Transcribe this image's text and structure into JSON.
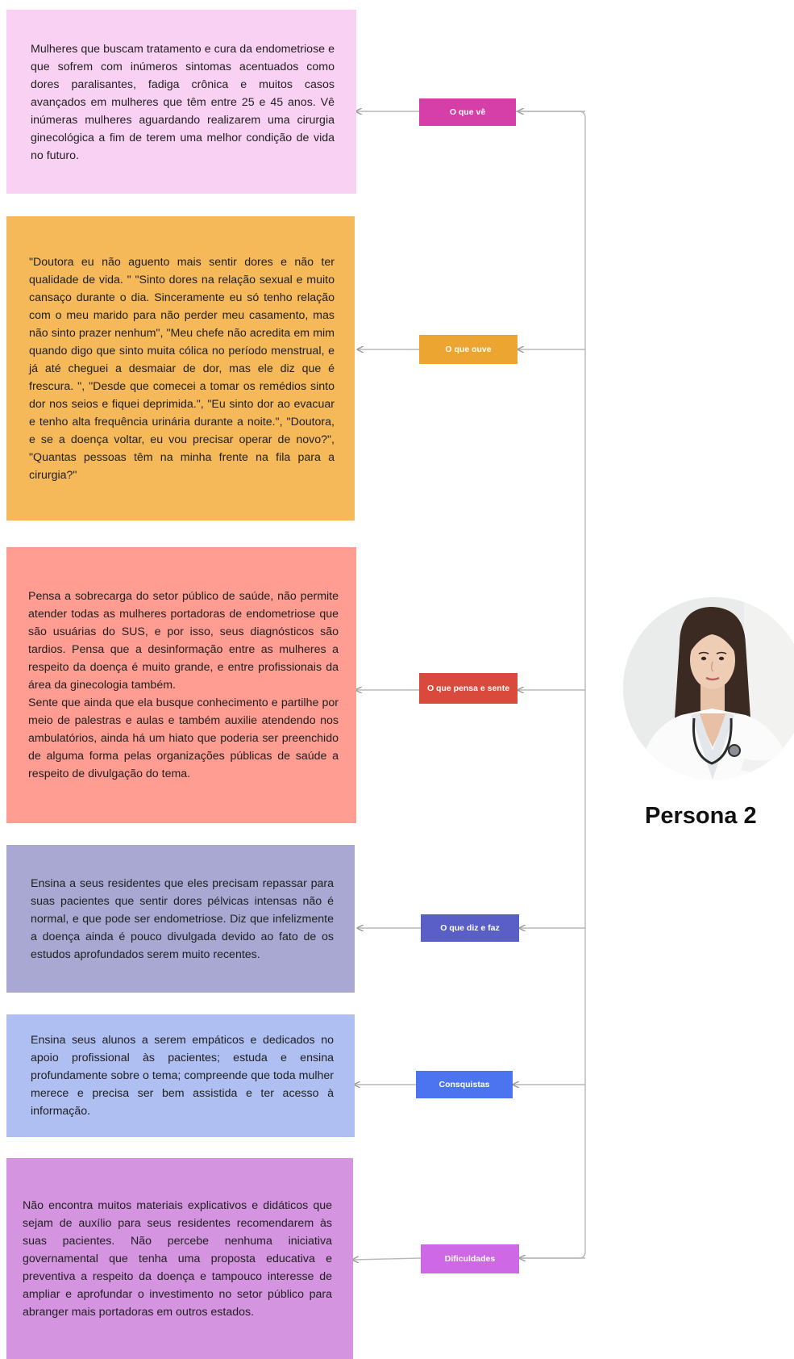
{
  "persona": {
    "name": "Persona 2",
    "photo_icon": "doctor-portrait-icon"
  },
  "sections": [
    {
      "label": "O que vê",
      "color": "#d63fa8",
      "box_color": "#f9d1f3",
      "text": "Mulheres que buscam tratamento e cura da endometriose e que sofrem com inúmeros sintomas acentuados como dores paralisantes, fadiga crônica e muitos casos avançados em mulheres que têm entre 25 e 45 anos. Vê inúmeras mulheres aguardando realizarem uma cirurgia ginecológica a fim de terem uma melhor condição de vida no futuro."
    },
    {
      "label": "O que ouve",
      "color": "#eda532",
      "box_color": "#f5b95a",
      "text": " \"Doutora eu não aguento mais sentir dores e não ter qualidade de vida. \" \"Sinto dores na relação sexual e muito cansaço durante o dia. Sinceramente eu só tenho relação com o meu marido para não perder meu casamento, mas não sinto prazer nenhum\", \"Meu chefe não acredita em mim quando digo que sinto muita cólica no período menstrual, e já até cheguei a desmaiar de dor, mas ele diz que é frescura. \", \"Desde que comecei a tomar os remédios sinto dor nos seios e fiquei deprimida.\", \"Eu sinto dor ao evacuar e tenho alta frequência urinária durante a noite.\", \"Doutora, e se a doença voltar, eu vou precisar operar de novo?\", \"Quantas pessoas têm na minha frente na fila para a cirurgia?\""
    },
    {
      "label": "O que pensa e sente",
      "color": "#da4a3c",
      "box_color": "#ff9d92",
      "text": "Pensa a sobrecarga do setor público de saúde, não permite atender todas as mulheres portadoras de endometriose que são usuárias do SUS, e por isso, seus diagnósticos são tardios. Pensa que a desinformação entre as mulheres a respeito da doença é muito grande, e entre profissionais da área da ginecologia também.\nSente que ainda que ela busque conhecimento e partilhe por meio de palestras e aulas e também auxilie atendendo nos ambulatórios, ainda há um hiato que poderia ser preenchido de alguma forma pelas organizações públicas de saúde a respeito de divulgação do tema."
    },
    {
      "label": "O que diz e faz",
      "color": "#5a5fc8",
      "box_color": "#a8a8d2",
      "text": "Ensina a seus residentes que eles precisam repassar para suas pacientes que sentir dores pélvicas intensas não é normal, e que pode ser endometriose. Diz que infelizmente a doença ainda é pouco divulgada devido ao fato de os estudos aprofundados serem muito recentes."
    },
    {
      "label": "Consquistas",
      "color": "#4d74f0",
      "box_color": "#afbff2",
      "text": "Ensina seus alunos a serem empáticos e dedicados no apoio profissional às pacientes; estuda e ensina profundamente sobre o tema; compreende que toda mulher merece e precisa ser bem assistida e ter acesso à informação."
    },
    {
      "label": "Dificuldades",
      "color": "#cf68e4",
      "box_color": "#d494e0",
      "text": "Não encontra muitos materiais explicativos e didáticos que sejam de auxílio para seus residentes recomendarem às suas pacientes. Não percebe nenhuma iniciativa governamental que tenha uma proposta educativa e preventiva a respeito da doença e tampouco interesse de ampliar e aprofundar o investimento no setor público para abranger mais portadoras em outros estados."
    }
  ]
}
